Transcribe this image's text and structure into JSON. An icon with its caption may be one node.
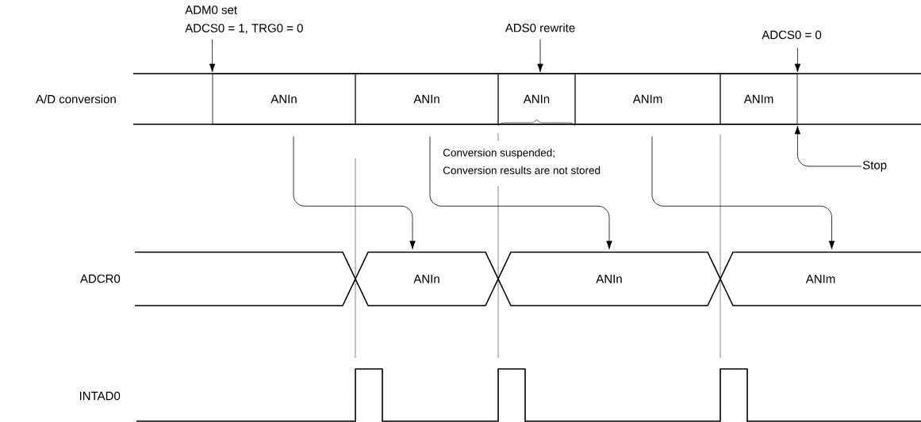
{
  "diagram": {
    "nodes": [
      {
        "text": [
          "ADM0 set",
          "ADCS0 = 1, TRG0 = 0"
        ]
      },
      {
        "text": [
          "ADS0 rewrite"
        ]
      },
      {
        "text": [
          "ADCS0 = 0"
        ]
      },
      {
        "text": [
          "ANIn"
        ]
      },
      {
        "text": [
          "ANIn"
        ]
      },
      {
        "text": [
          "ANIn"
        ]
      },
      {
        "text": [
          "ANIm"
        ]
      },
      {
        "text": [
          "ANIm"
        ]
      },
      {
        "text": [
          "Stop"
        ]
      },
      {
        "text": [
          "ANIn"
        ]
      },
      {
        "text": [
          "ANIn"
        ]
      },
      {
        "text": [
          "ANIm"
        ]
      }
    ],
    "edges": [
      {
        "from": 0,
        "to": 3,
        "arrow": "to"
      },
      {
        "from": 1,
        "to": 5,
        "arrow": "to"
      },
      {
        "from": 2,
        "to": 7,
        "arrow": "to"
      },
      {
        "from": 8,
        "to": 7,
        "arrow": "to"
      },
      {
        "from": 3,
        "to": 9,
        "arrow": "to"
      },
      {
        "from": 4,
        "to": 10,
        "arrow": "to"
      },
      {
        "from": 6,
        "to": 11,
        "arrow": "to"
      }
    ],
    "labels": [
      "A/D conversion",
      "Conversion suspended;",
      "Conversion results are not stored",
      "ADCR0",
      "INTAD0"
    ]
  }
}
